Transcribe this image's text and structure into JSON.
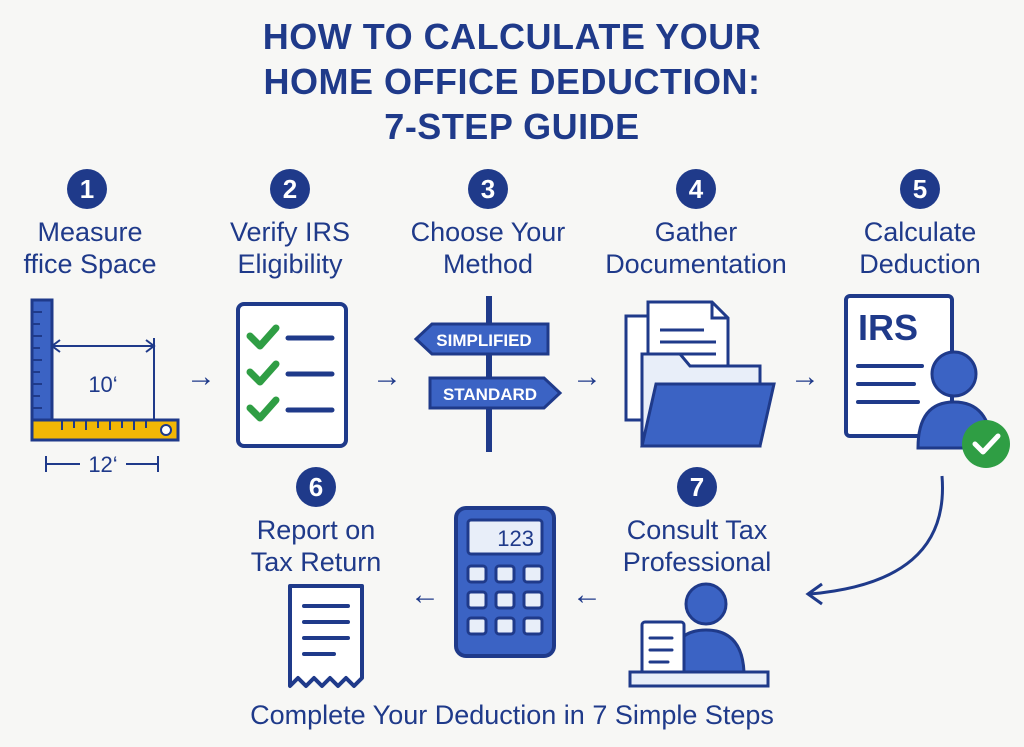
{
  "title": {
    "line1": "HOW TO CALCULATE YOUR",
    "line2": "HOME OFFICE DEDUCTION:",
    "line3": "7-STEP GUIDE"
  },
  "steps": [
    {
      "number": "1",
      "line1": "Measure",
      "line2": "ffice Space"
    },
    {
      "number": "2",
      "line1": "Verify IRS",
      "line2": "Eligibility"
    },
    {
      "number": "3",
      "line1": "Choose Your",
      "line2": "Method"
    },
    {
      "number": "4",
      "line1": "Gather",
      "line2": "Documentation"
    },
    {
      "number": "5",
      "line1": "Calculate",
      "line2": "Deduction"
    },
    {
      "number": "6",
      "line1": "Report on",
      "line2": "Tax Return"
    },
    {
      "number": "7",
      "line1": "Consult Tax",
      "line2": "Professional"
    }
  ],
  "ruler": {
    "width_label": "10‘",
    "length_label": "12‘"
  },
  "method_signs": {
    "top": "SIMPLIFIED",
    "bottom": "STANDARD"
  },
  "irs_form_label": "IRS",
  "calculator_display": "123",
  "footer": "Complete Your Deduction in 7 Simple Steps",
  "arrow_glyph": "→",
  "arrow_glyph_back": "←",
  "icons": [
    "ruler-icon",
    "checklist-icon",
    "signpost-icon",
    "folder-documents-icon",
    "irs-form-person-icon",
    "receipt-icon",
    "calculator-icon",
    "tax-professional-icon",
    "check-badge-icon"
  ],
  "colors": {
    "primary": "#1f3a8a",
    "accent": "#3b63c4",
    "light": "#e8eef9",
    "green": "#2f9e44",
    "yellow": "#f2b705"
  }
}
